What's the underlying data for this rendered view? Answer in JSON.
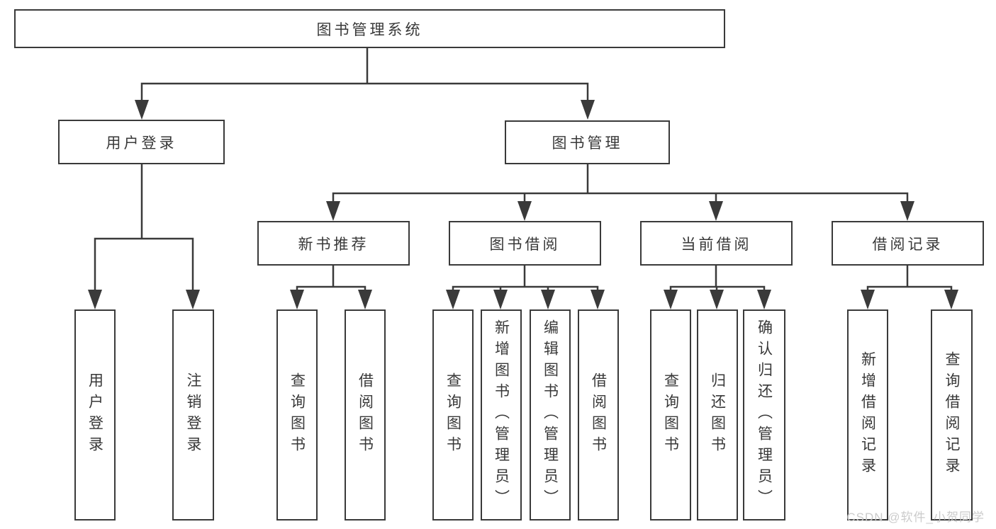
{
  "diagram_title": "图书管理系统",
  "tree": {
    "root": {
      "label": "图书管理系统",
      "children": [
        {
          "label": "用户登录",
          "children": [
            {
              "label": "用户登录"
            },
            {
              "label": "注销登录"
            }
          ]
        },
        {
          "label": "图书管理",
          "children": [
            {
              "label": "新书推荐",
              "children": [
                {
                  "label": "查询图书"
                },
                {
                  "label": "借阅图书"
                }
              ]
            },
            {
              "label": "图书借阅",
              "children": [
                {
                  "label": "查询图书"
                },
                {
                  "label": "新增图书（管理员）"
                },
                {
                  "label": "编辑图书（管理员）"
                },
                {
                  "label": "借阅图书"
                }
              ]
            },
            {
              "label": "当前借阅",
              "children": [
                {
                  "label": "查询图书"
                },
                {
                  "label": "归还图书"
                },
                {
                  "label": "确认归还（管理员）"
                }
              ]
            },
            {
              "label": "借阅记录",
              "children": [
                {
                  "label": "新增借阅记录"
                },
                {
                  "label": "查询借阅记录"
                }
              ]
            }
          ]
        }
      ]
    }
  },
  "watermark": "CSDN @软件_小贺同学",
  "colors": {
    "line": "#3a3a3a",
    "text": "#383838",
    "watermark": "#c9c9c9",
    "background": "#ffffff"
  }
}
